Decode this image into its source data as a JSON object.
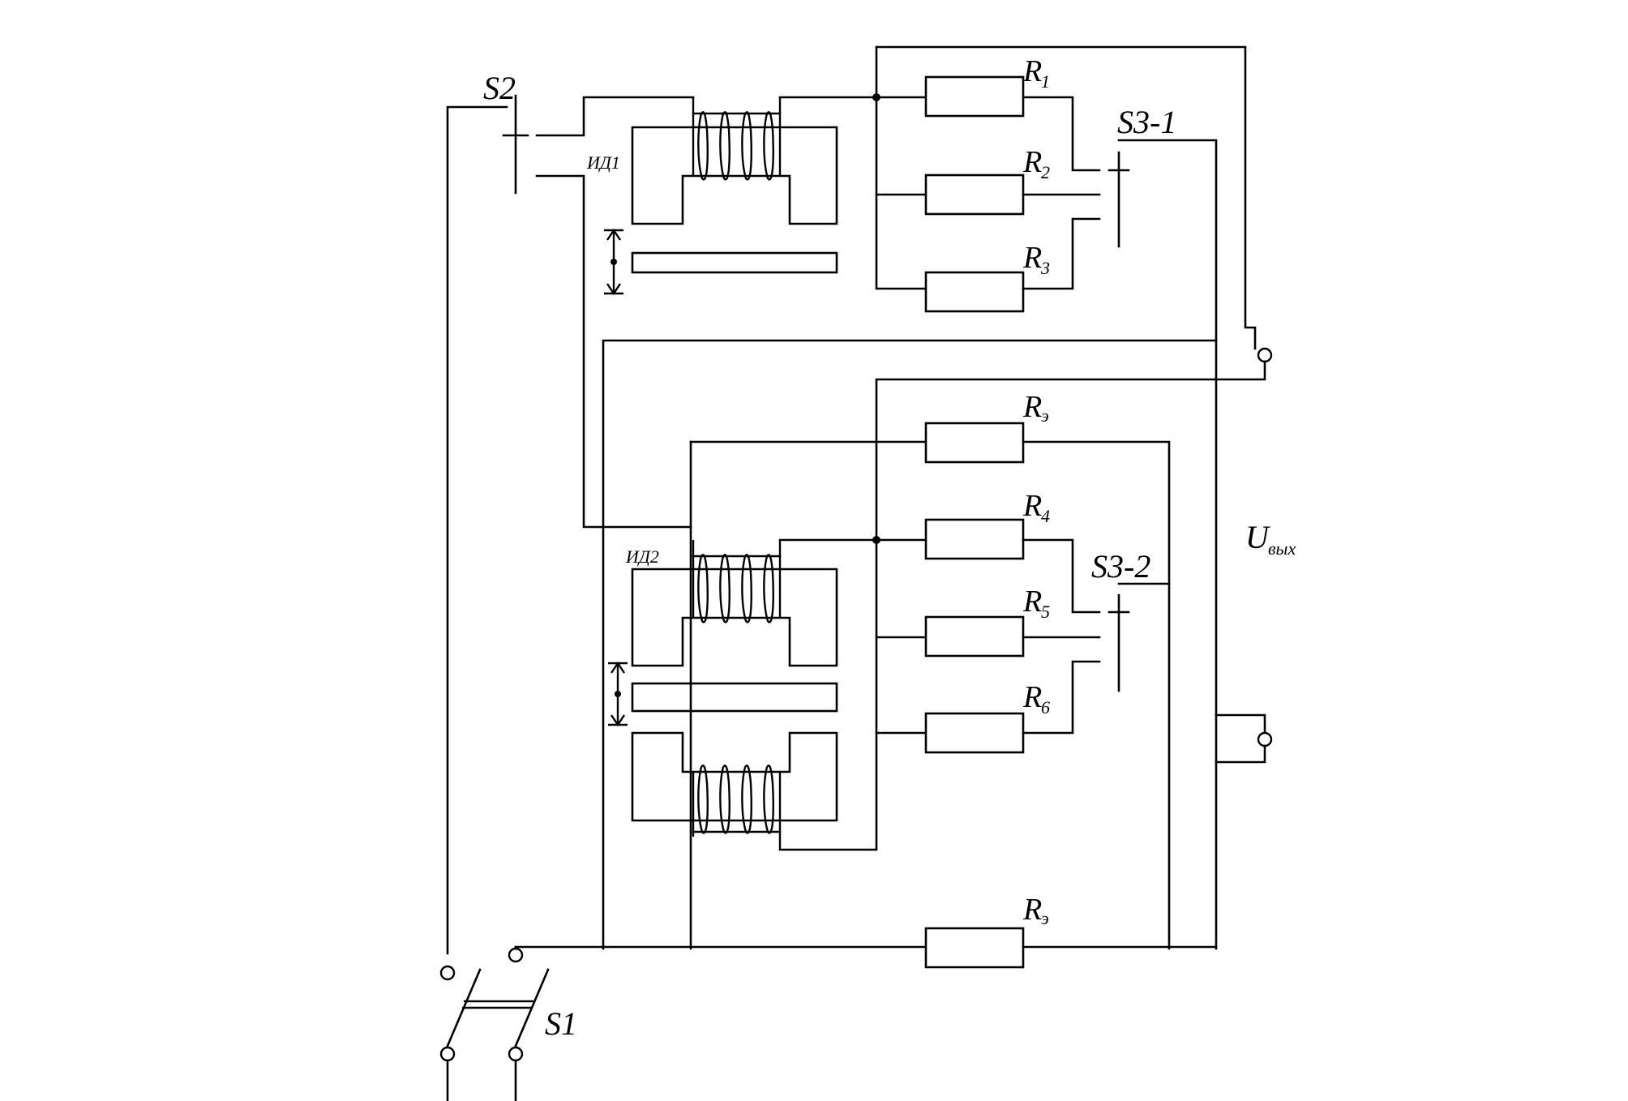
{
  "labels": {
    "s2": "S2",
    "s1": "S1",
    "s3_1": "S3-1",
    "s3_2": "S3-2",
    "id1": "ИД1",
    "id2": "ИД2",
    "r1_main": "R",
    "r1_sub": "1",
    "r2_main": "R",
    "r2_sub": "2",
    "r3_main": "R",
    "r3_sub": "3",
    "r4_main": "R",
    "r4_sub": "4",
    "r5_main": "R",
    "r5_sub": "5",
    "r6_main": "R",
    "r6_sub": "6",
    "re_top_main": "R",
    "re_top_sub": "э",
    "re_bot_main": "R",
    "re_bot_sub": "э",
    "uout_main": "U",
    "uout_sub": "вых"
  }
}
